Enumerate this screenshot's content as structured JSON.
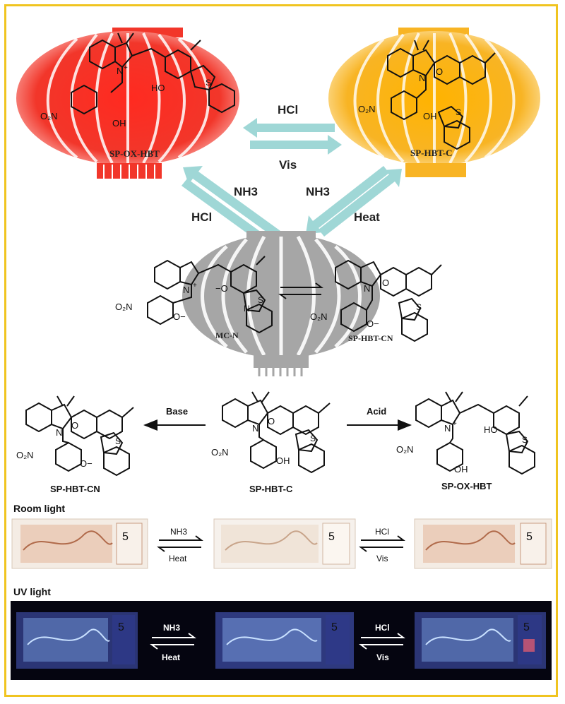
{
  "colors": {
    "frame": "#f0c420",
    "red_lantern": "#f2362a",
    "yellow_lantern": "#f8b424",
    "gray_lantern": "#a6a6a6",
    "cyan_arrow": "#9fd7d6",
    "uv_panel": "#050510"
  },
  "top": {
    "left_compound": "SP-OX-HBT",
    "right_compound": "SP-HBT-C",
    "center_left_compound": "MC-N",
    "center_right_compound": "SP-HBT-CN",
    "arrow_top_upper": "HCl",
    "arrow_top_lower": "Vis",
    "arrow_left_upper": "NH3",
    "arrow_left_lower": "HCl",
    "arrow_right_upper": "NH3",
    "arrow_right_lower": "Heat"
  },
  "middle": {
    "left_compound": "SP-HBT-CN",
    "center_compound": "SP-HBT-C",
    "right_compound": "SP-OX-HBT",
    "arrow_left": "Base",
    "arrow_right": "Acid"
  },
  "room_light": {
    "title": "Room light",
    "arrow1_upper": "NH3",
    "arrow1_lower": "Heat",
    "arrow2_upper": "HCl",
    "arrow2_lower": "Vis",
    "banknote_value": "5"
  },
  "uv_light": {
    "title": "UV light",
    "arrow1_upper": "NH3",
    "arrow1_lower": "Heat",
    "arrow2_upper": "HCl",
    "arrow2_lower": "Vis",
    "banknote_value": "5"
  },
  "chem_atoms": {
    "n": "N",
    "n_plus": "+",
    "o": "O",
    "s": "S",
    "ho": "HO",
    "oh": "OH",
    "o_minus": "O−",
    "minus_o": "−O",
    "no2": "O₂N"
  }
}
